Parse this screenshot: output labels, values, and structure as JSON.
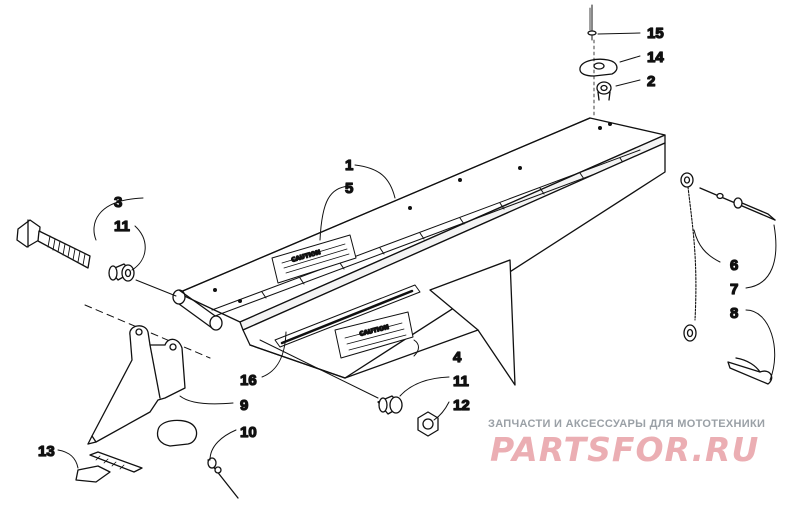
{
  "diagram": {
    "callouts": {
      "c1": "1",
      "c2": "2",
      "c3": "3",
      "c4": "4",
      "c5": "5",
      "c6": "6",
      "c7": "7",
      "c8": "8",
      "c9": "9",
      "c10": "10",
      "c11a": "11",
      "c11b": "11",
      "c12": "12",
      "c13": "13",
      "c14": "14",
      "c15": "15",
      "c16": "16"
    },
    "decal_text": "CAUTION"
  },
  "watermark": {
    "subtitle": "ЗАПЧАСТИ И АКСЕССУАРЫ ДЛЯ МОТОТЕХНИКИ",
    "logo": "PARTSFOR.RU",
    "color": "#e8a0a6"
  }
}
